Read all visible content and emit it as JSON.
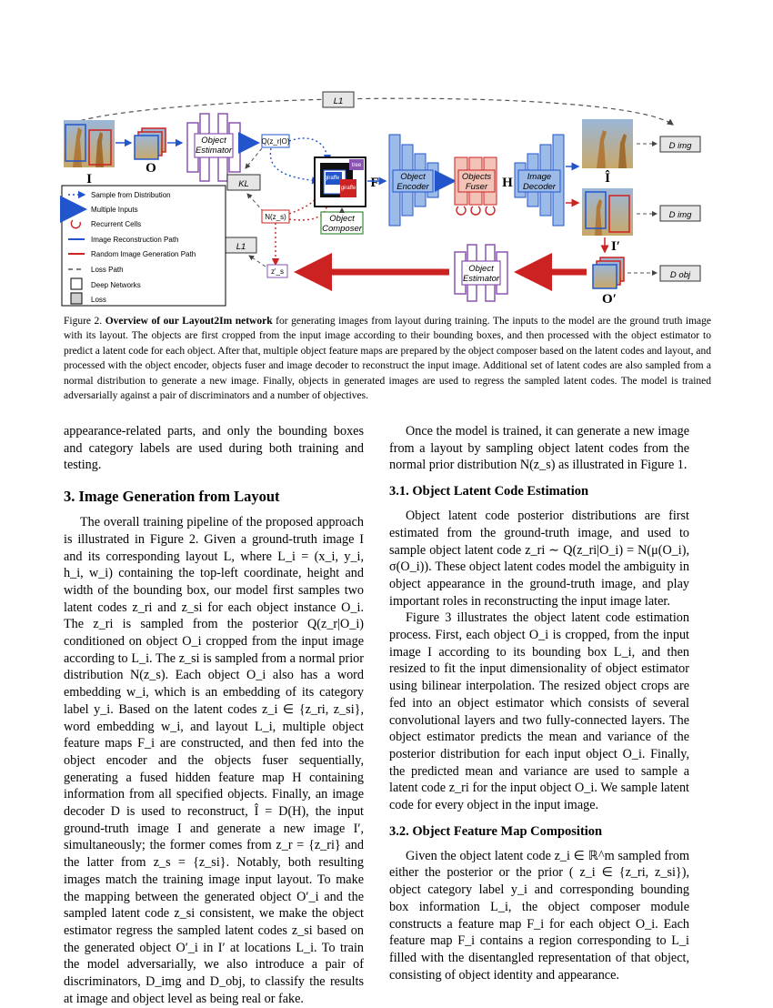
{
  "figure": {
    "labels": {
      "L1_top": "L1",
      "I": "I",
      "O": "O",
      "object_estimator_1": [
        "Object",
        "Estimator"
      ],
      "q_posterior": "Q(z_r|O)",
      "KL": "KL",
      "N_prior": "N(z_s)",
      "L1_left": "L1",
      "z_prime": "z'_s",
      "object_composer": [
        "Object",
        "Composer"
      ],
      "F": "F",
      "object_encoder": [
        "Object",
        "Encoder"
      ],
      "objects_fuser": [
        "Objects",
        "Fuser"
      ],
      "H": "H",
      "image_decoder": [
        "Image",
        "Decoder"
      ],
      "I_hat": "Î",
      "I_prime": "I′",
      "O_prime": "O′",
      "D_img_1": "D img",
      "D_img_2": "D img",
      "D_obj": "D obj",
      "object_estimator_2": [
        "Object",
        "Estimator"
      ],
      "crop_giraffe_1": "giraffe",
      "crop_giraffe_2": "giraffe",
      "crop_tree": "tree"
    },
    "legend": [
      {
        "icon": "dotted-arrow",
        "label": "Sample from Distribution"
      },
      {
        "icon": "thick-arrow",
        "label": "Multiple Inputs"
      },
      {
        "icon": "recurrent",
        "label": "Recurrent Cells"
      },
      {
        "icon": "blue-line",
        "label": "Image Reconstruction Path"
      },
      {
        "icon": "red-line",
        "label": "Random Image Generation Path"
      },
      {
        "icon": "dash-line",
        "label": "Loss Path"
      },
      {
        "icon": "white-box",
        "label": "Deep Networks"
      },
      {
        "icon": "gray-box",
        "label": "Loss"
      }
    ],
    "colors": {
      "blue": "#2255cc",
      "red": "#cc2222",
      "purple": "#8a55b0",
      "green": "#3a8a3a"
    }
  },
  "caption": {
    "prefix": "Figure 2.",
    "lead": "Overview of our Layout2Im network",
    "text": "for generating images from layout during training. The inputs to the model are the ground truth image with its layout. The objects are first cropped from the input image according to their bounding boxes, and then processed with the object estimator to predict a latent code for each object. After that, multiple object feature maps are prepared by the object composer based on the latent codes and layout, and processed with the object encoder, objects fuser and image decoder to reconstruct the input image. Additional set of latent codes are also sampled from a normal distribution to generate a new image. Finally, objects in generated images are used to regress the sampled latent codes. The model is trained adversarially against a pair of discriminators and a number of objectives."
  },
  "left_column": {
    "intro": "appearance-related parts, and only the bounding boxes and category labels are used during both training and testing.",
    "section_title": "3. Image Generation from Layout",
    "para": "The overall training pipeline of the proposed approach is illustrated in Figure 2. Given a ground-truth image I and its corresponding layout L, where L_i = (x_i, y_i, h_i, w_i) containing the top-left coordinate, height and width of the bounding box, our model first samples two latent codes z_ri and z_si for each object instance O_i. The z_ri is sampled from the posterior Q(z_r|O_i) conditioned on object O_i cropped from the input image according to L_i. The z_si is sampled from a normal prior distribution N(z_s). Each object O_i also has a word embedding w_i, which is an embedding of its category label y_i. Based on the latent codes z_i ∈ {z_ri, z_si}, word embedding w_i, and layout L_i, multiple object feature maps F_i are constructed, and then fed into the object encoder and the objects fuser sequentially, generating a fused hidden feature map H containing information from all specified objects. Finally, an image decoder D is used to reconstruct, Î = D(H), the input ground-truth image I and generate a new image I′, simultaneously; the former comes from z_r = {z_ri} and the latter from z_s = {z_si}. Notably, both resulting images match the training image input layout. To make the mapping between the generated object O′_i and the sampled latent code z_si consistent, we make the object estimator regress the sampled latent codes z_si based on the generated object O′_i in I′ at locations L_i. To train the model adversarially, we also introduce a pair of discriminators, D_img and D_obj, to classify the results at image and object level as being real or fake."
  },
  "right_column": {
    "intro": "Once the model is trained, it can generate a new image from a layout by sampling object latent codes from the normal prior distribution N(z_s) as illustrated in Figure 1.",
    "sub1_title": "3.1. Object Latent Code Estimation",
    "sub1_p1": "Object latent code posterior distributions are first estimated from the ground-truth image, and used to sample object latent code z_ri ∼ Q(z_ri|O_i) = N(μ(O_i), σ(O_i)). These object latent codes model the ambiguity in object appearance in the ground-truth image, and play important roles in reconstructing the input image later.",
    "sub1_p2": "Figure 3 illustrates the object latent code estimation process. First, each object O_i is cropped, from the input image I according to its bounding box L_i, and then resized to fit the input dimensionality of object estimator using bilinear interpolation. The resized object crops are fed into an object estimator which consists of several convolutional layers and two fully-connected layers. The object estimator predicts the mean and variance of the posterior distribution for each input object O_i. Finally, the predicted mean and variance are used to sample a latent code z_ri for the input object O_i. We sample latent code for every object in the input image.",
    "sub2_title": "3.2. Object Feature Map Composition",
    "sub2_p1": "Given the object latent code z_i ∈ ℝ^m sampled from either the posterior or the prior ( z_i ∈ {z_ri, z_si}), object category label y_i and corresponding bounding box information L_i, the object composer module constructs a feature map F_i for each object O_i. Each feature map F_i contains a region corresponding to L_i filled with the disentangled representation of that object, consisting of object identity and appearance."
  }
}
